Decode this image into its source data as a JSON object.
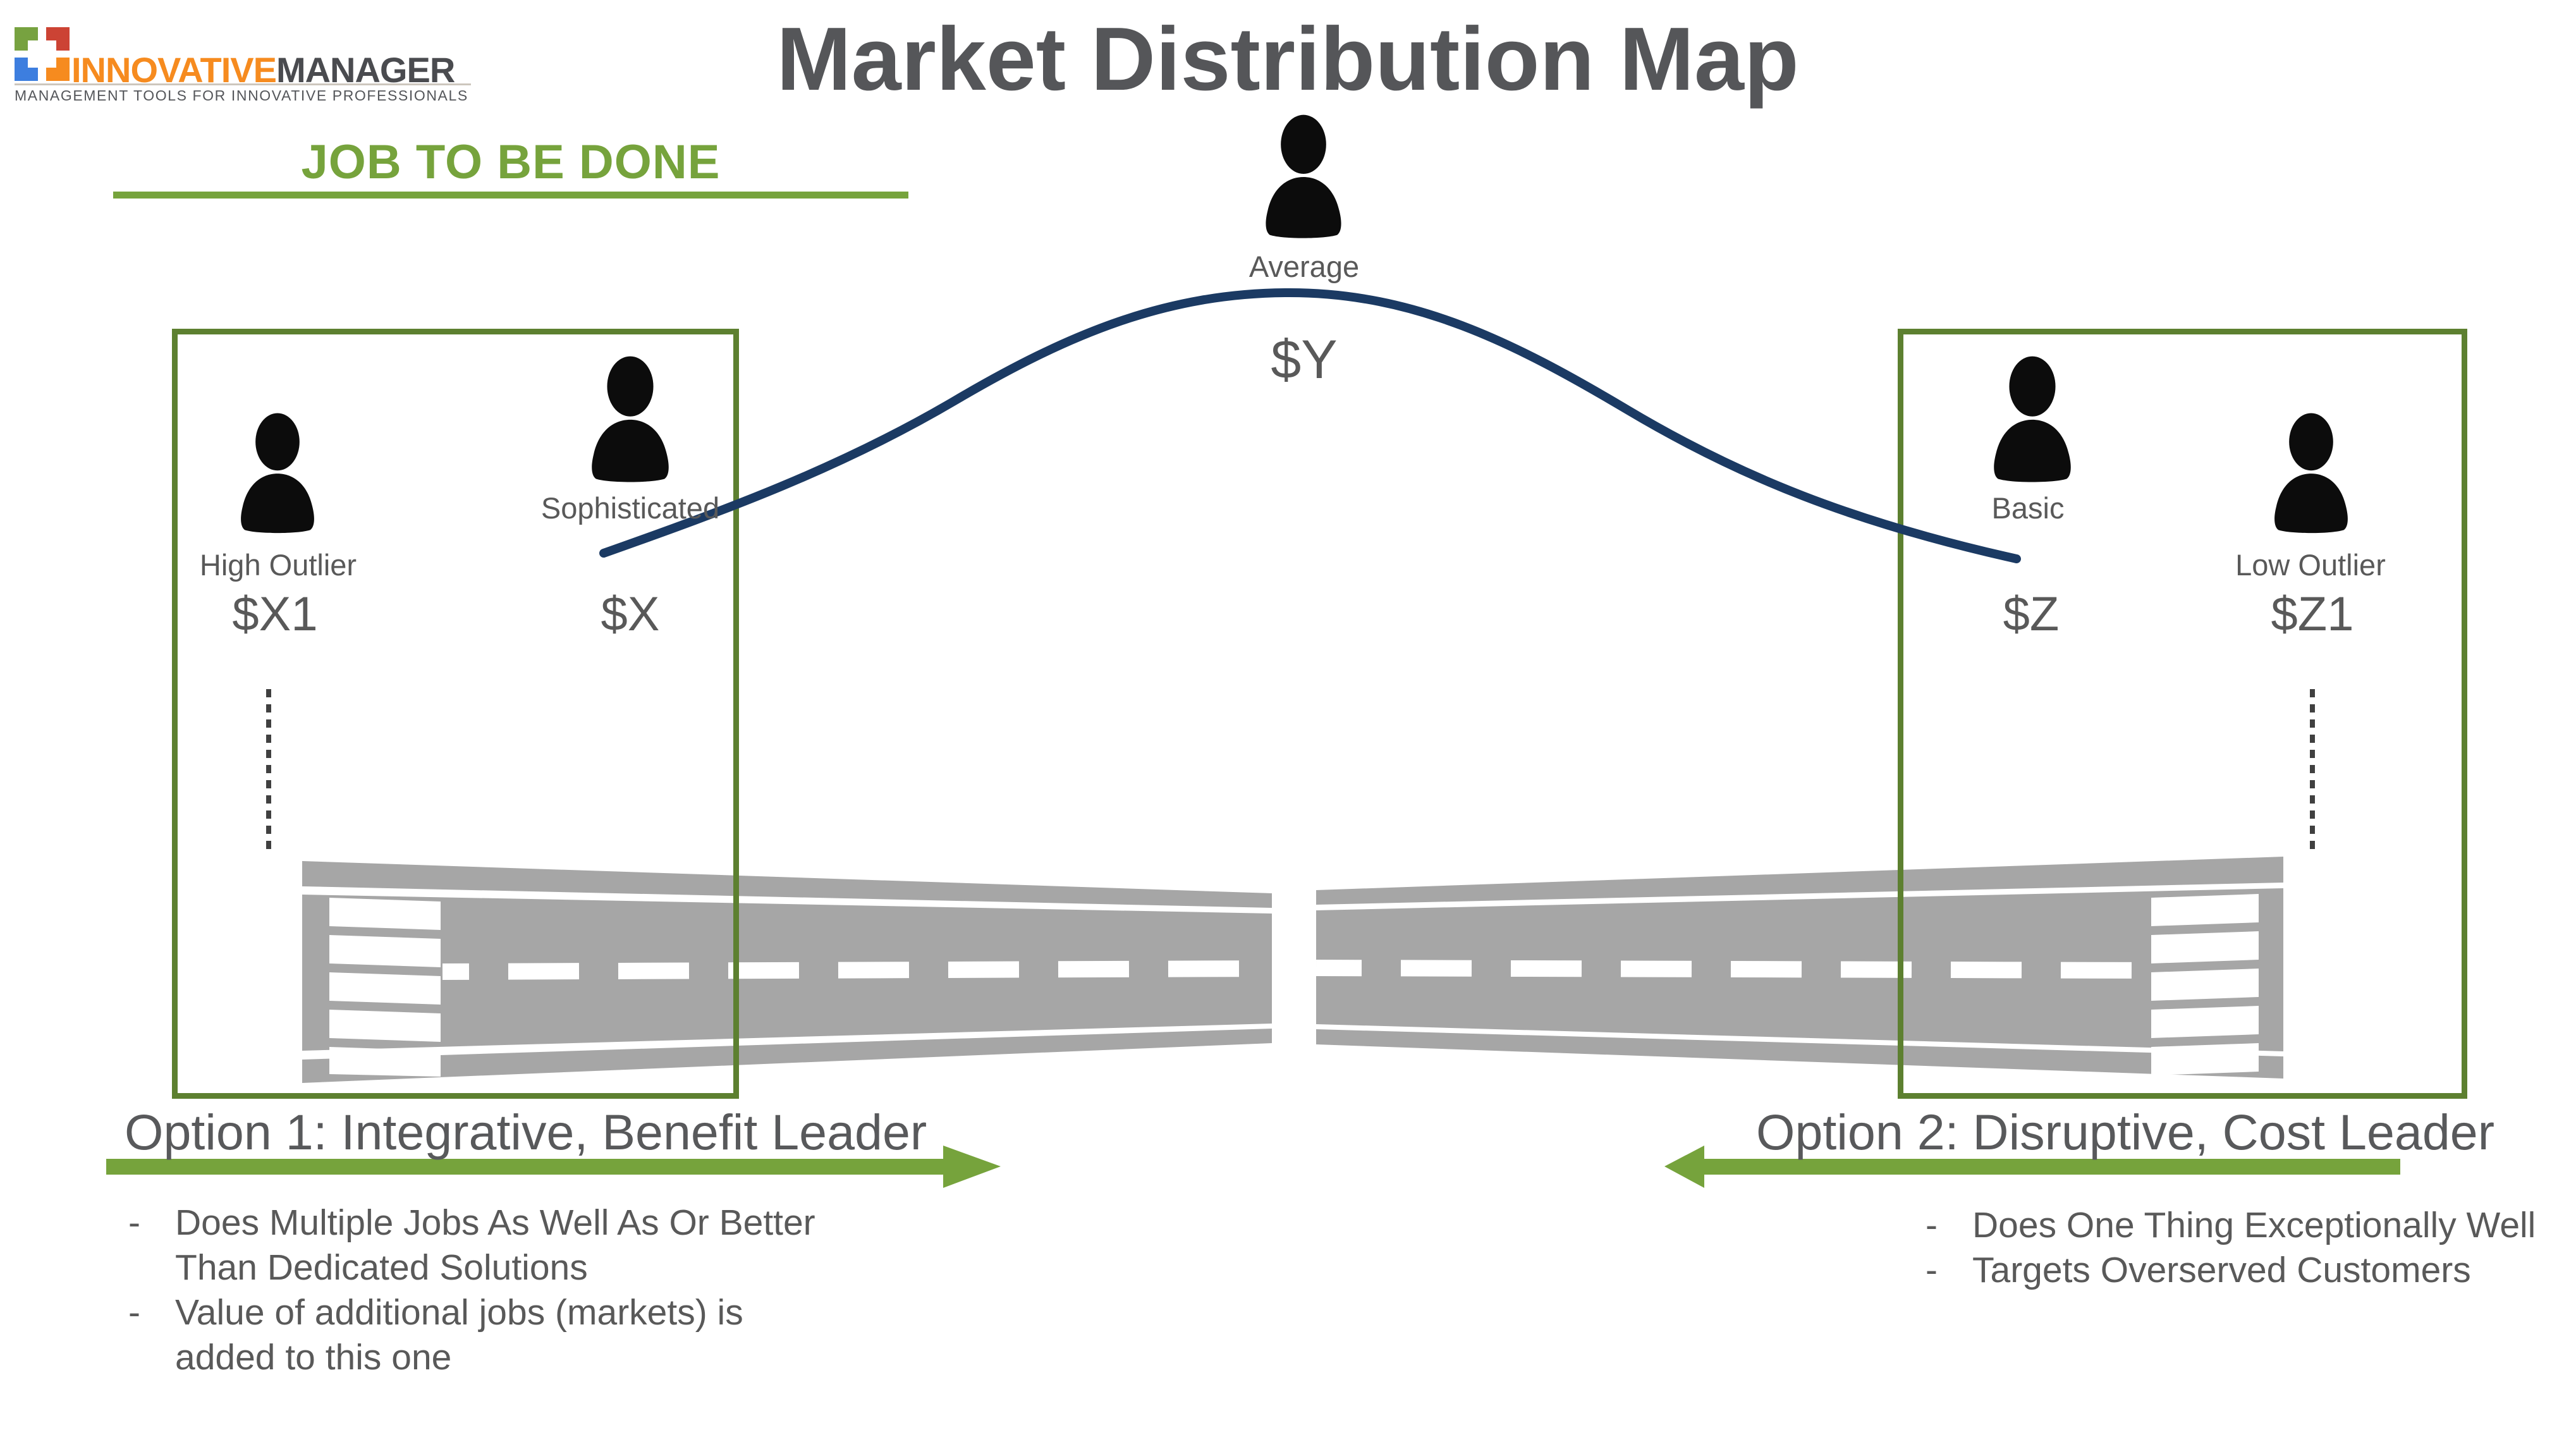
{
  "header": {
    "logo": {
      "name_part1": "INNOVATIVE",
      "name_part2": "MANAGER",
      "tagline": "MANAGEMENT TOOLS FOR INNOVATIVE PROFESSIONALS"
    },
    "title": "Market Distribution Map",
    "jtbd_label": "JOB TO BE DONE"
  },
  "personas": [
    {
      "id": "high-outlier",
      "label": "High Outlier",
      "value": "$X1"
    },
    {
      "id": "sophisticated",
      "label": "Sophisticated",
      "value": "$X"
    },
    {
      "id": "average",
      "label": "Average",
      "value": "$Y"
    },
    {
      "id": "basic",
      "label": "Basic",
      "value": "$Z"
    },
    {
      "id": "low-outlier",
      "label": "Low Outlier",
      "value": "$Z1"
    }
  ],
  "bullet_marker": "-",
  "options": [
    {
      "title": "Option 1: Integrative, Benefit Leader",
      "arrow_direction": "right",
      "bullets": [
        "Does Multiple Jobs As Well As Or Better\nThan Dedicated Solutions",
        "Value of additional jobs (markets) is\nadded to this one"
      ]
    },
    {
      "title": "Option 2: Disruptive, Cost Leader",
      "arrow_direction": "left",
      "bullets": [
        "Does One Thing Exceptionally Well",
        "Targets Overserved Customers"
      ]
    }
  ],
  "colors": {
    "accent_green": "#76a33c",
    "box_green": "#5d8030",
    "curve_navy": "#1b3a63",
    "road_gray": "#a6a6a6",
    "text_gray": "#595959",
    "logo_orange": "#f68b1f",
    "logo_dark_gray": "#4a4b4f",
    "logo_square_green": "#77a240",
    "logo_square_red": "#cc4334",
    "logo_square_blue": "#3d7edf",
    "logo_square_orange": "#f68b1f"
  }
}
